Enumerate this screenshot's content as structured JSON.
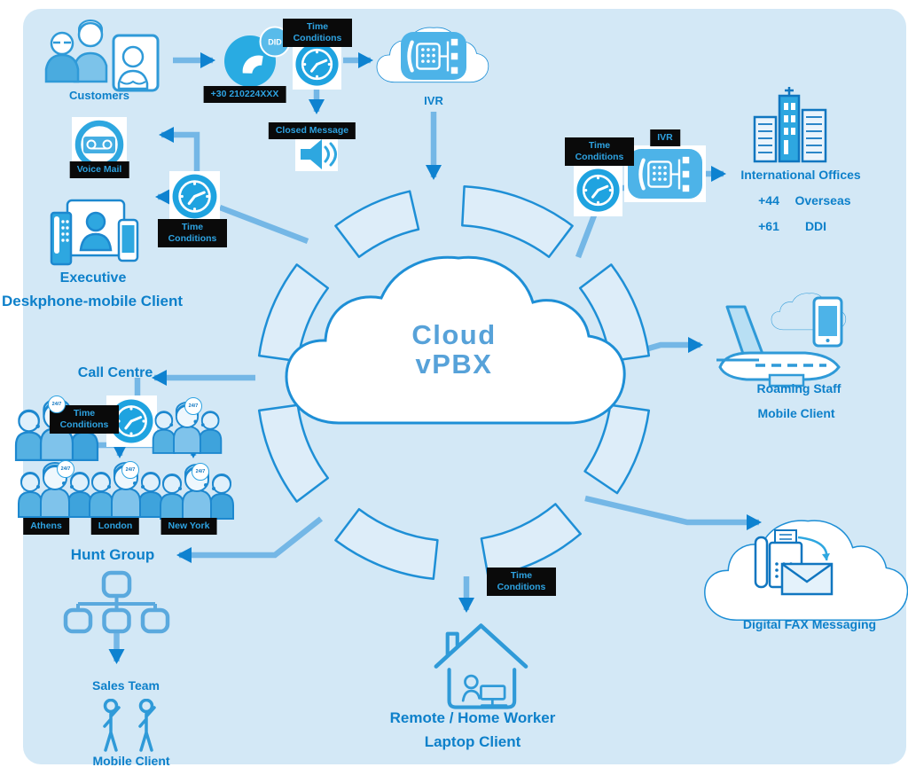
{
  "title": {
    "line1": "Cloud",
    "line2": "vPBX"
  },
  "labels": {
    "time_conditions": "Time Conditions",
    "badge_247": "24/7"
  },
  "customers": {
    "label": "Customers"
  },
  "did": {
    "badge": "DID",
    "number": "+30 210224XXX"
  },
  "closed_message": {
    "label": "Closed Message"
  },
  "ivr": {
    "top_label": "IVR",
    "right_label": "IVR"
  },
  "voice_mail": {
    "label": "Voice Mail"
  },
  "executive": {
    "title": "Executive",
    "subtitle": "Deskphone-mobile Client"
  },
  "international": {
    "title": "International Offices",
    "rows": [
      {
        "code": "+44",
        "text": "Overseas"
      },
      {
        "code": "+61",
        "text": "DDI"
      }
    ]
  },
  "roaming": {
    "title": "Roaming Staff",
    "subtitle": "Mobile Client"
  },
  "fax": {
    "label": "Digital FAX Messaging"
  },
  "remote": {
    "title": "Remote / Home Worker",
    "subtitle": "Laptop Client"
  },
  "call_centre": {
    "title": "Call Centre",
    "sites": [
      "Athens",
      "London",
      "New York"
    ]
  },
  "hunt_group": {
    "title": "Hunt Group",
    "team": "Sales Team",
    "client": "Mobile Client"
  },
  "colors": {
    "background": "#d3e8f6",
    "icon_blue": "#29abe2",
    "stroke_blue": "#1e8fd6",
    "connector": "#74b7e6",
    "arrowhead": "#0e82d0",
    "label_blue": "#0d80ca",
    "plaque_bg": "#0a0a0a",
    "plaque_text": "#2ea3e2",
    "cloud_title": "#57a2d9"
  }
}
